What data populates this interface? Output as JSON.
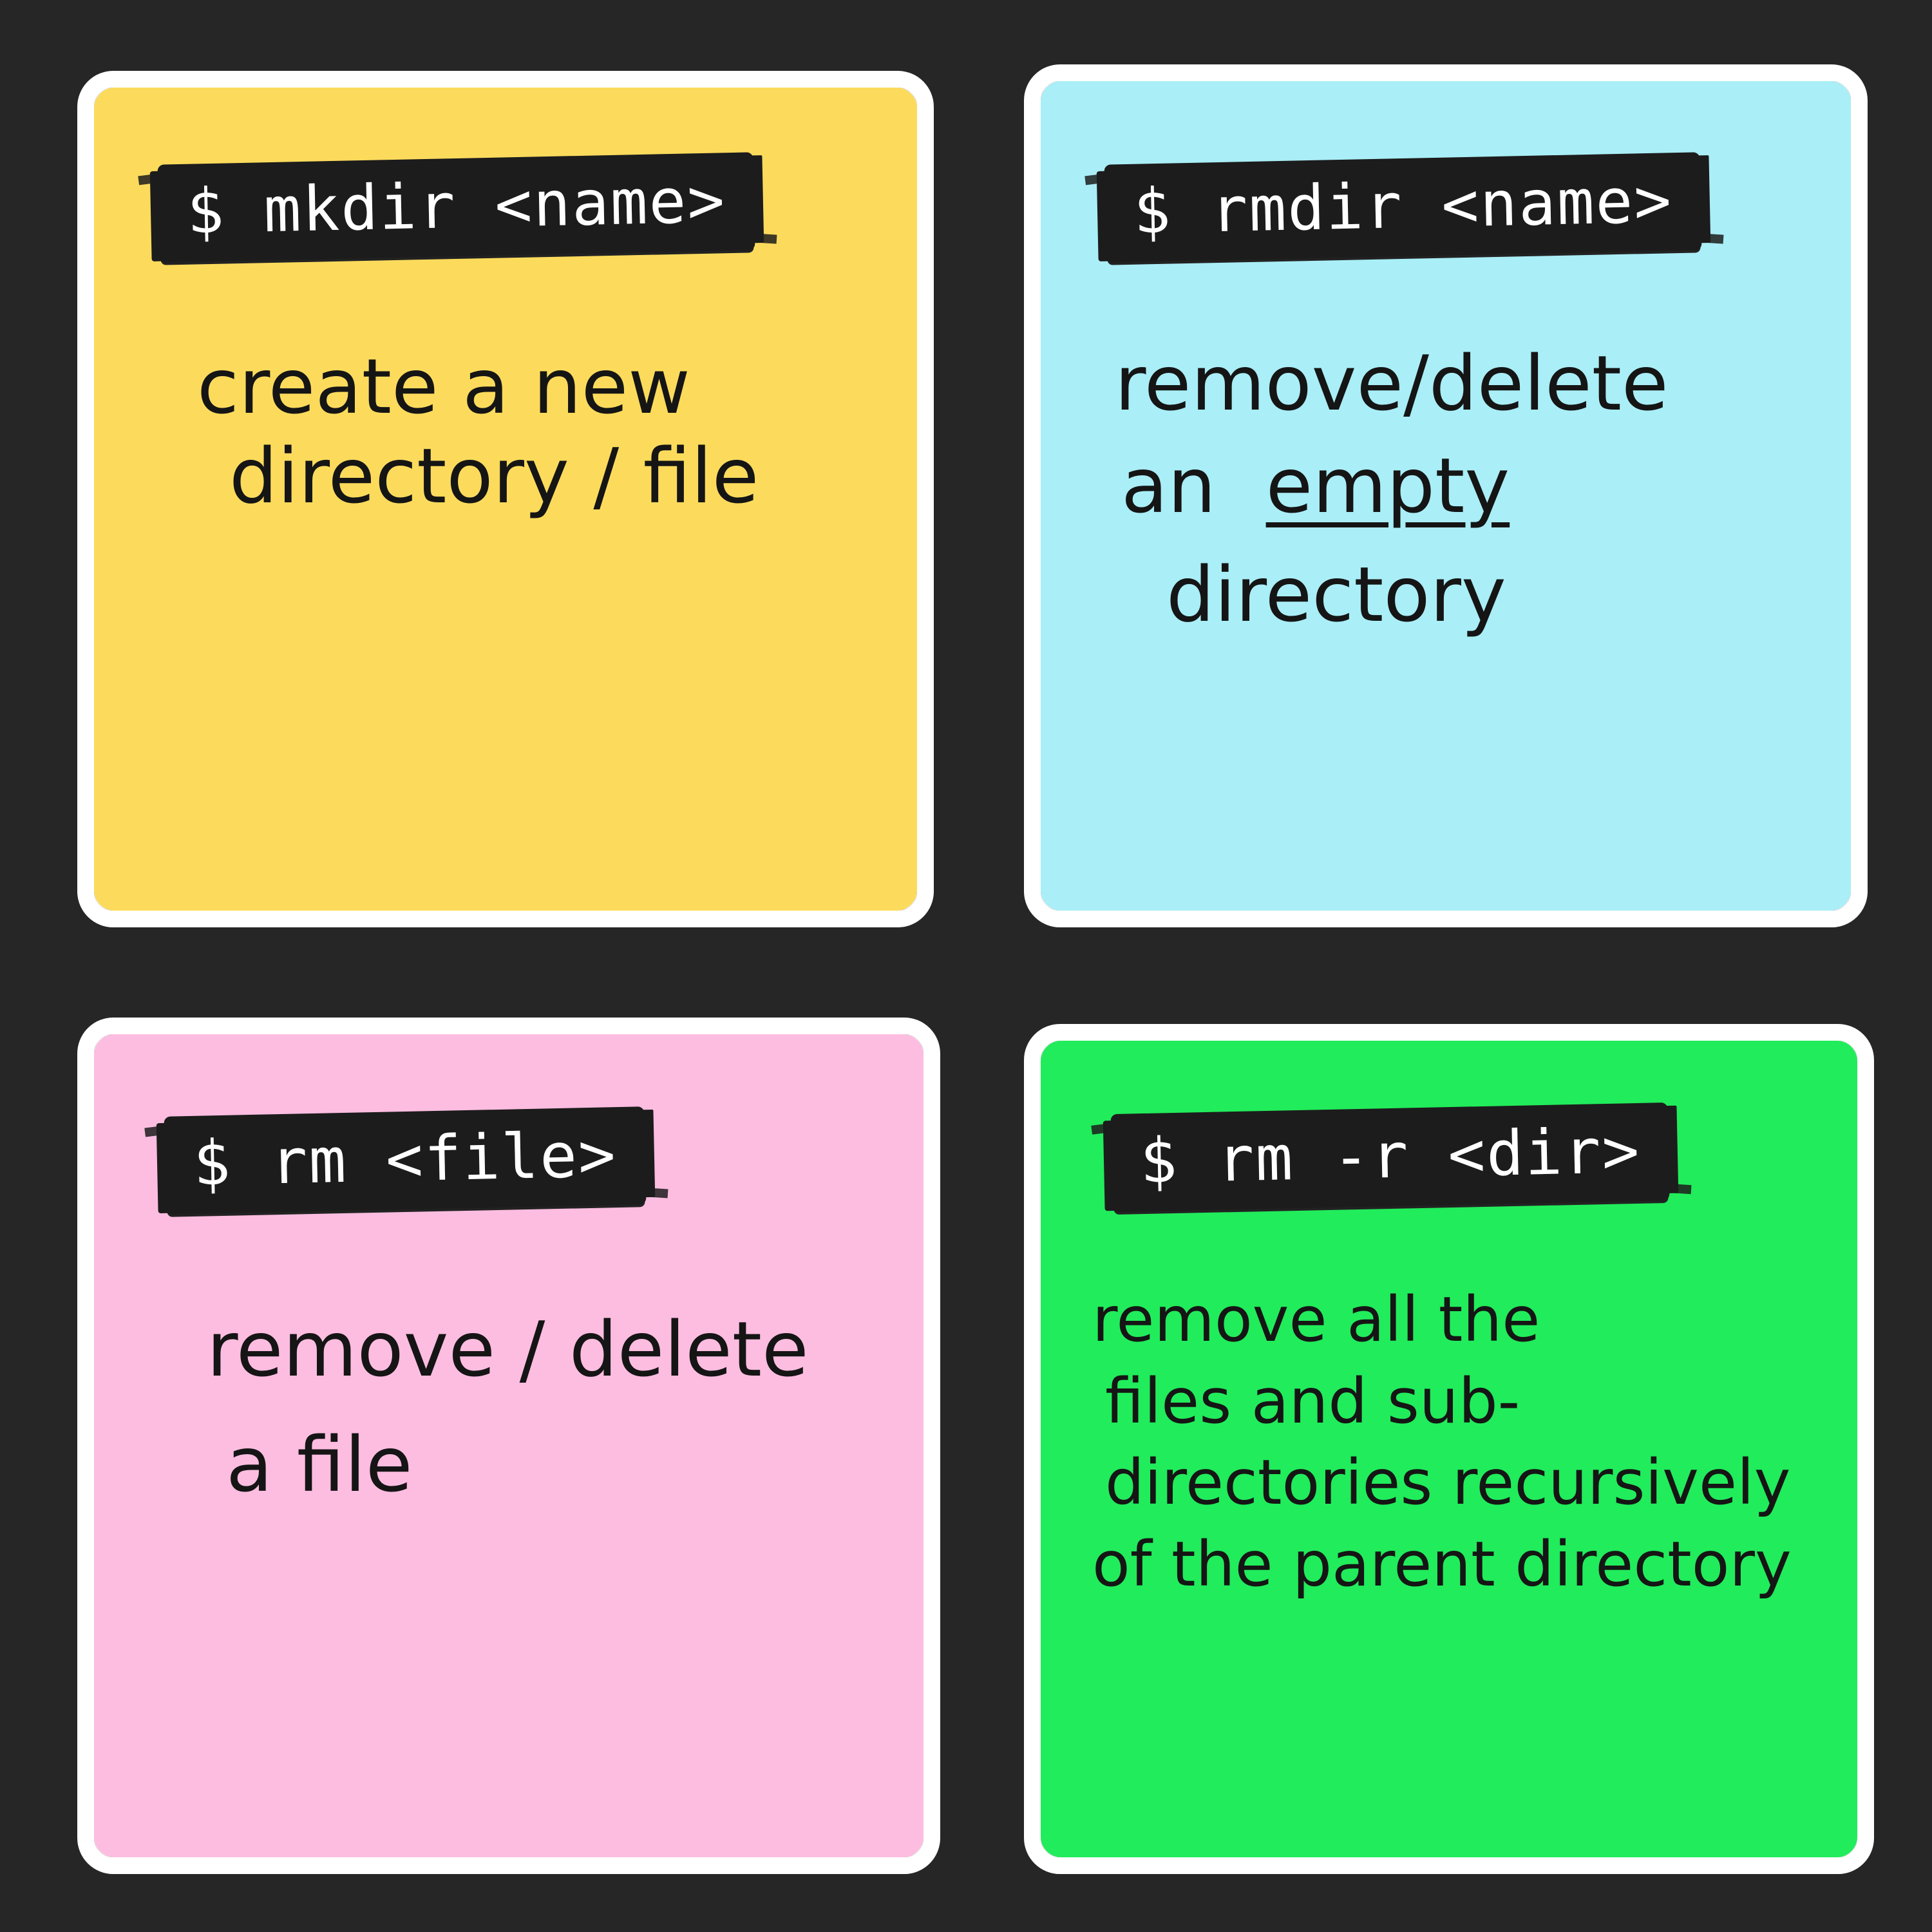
{
  "colors": {
    "background": "#262626",
    "border": "#ffffff",
    "yellow": "#fcdb5c",
    "blue": "#aaeef7",
    "pink": "#fdbde0",
    "green": "#21ec5b",
    "command_bar": "#1c1c1c"
  },
  "cards": [
    {
      "color": "yellow",
      "command": "$ mkdir <name>",
      "lines": [
        "create a new",
        "directory / file"
      ]
    },
    {
      "color": "blue",
      "command": "$ rmdir <name>",
      "lines": [
        "remove/delete",
        "an",
        "empty",
        "directory"
      ]
    },
    {
      "color": "pink",
      "command": "$ rm <file>",
      "lines": [
        "remove / delete",
        "a file"
      ]
    },
    {
      "color": "green",
      "command": "$ rm -r <dir>",
      "lines": [
        "remove all the",
        "files and sub-",
        "directories recursively",
        "of the parent directory"
      ]
    }
  ]
}
